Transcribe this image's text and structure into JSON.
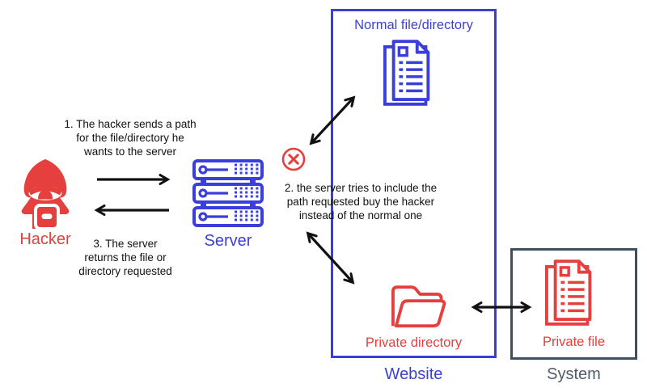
{
  "colors": {
    "blue": "#3b3fd9",
    "red": "#e5403e",
    "slate": "#3d5061",
    "slate_text": "#4e5d6b",
    "ink": "#111111",
    "bg": "#ffffff"
  },
  "hacker": {
    "label": "Hacker"
  },
  "server": {
    "label": "Server"
  },
  "steps": {
    "step1": {
      "l1": "1. The hacker sends a path",
      "l2": "for the file/directory he",
      "l3": "wants to the server"
    },
    "step2": {
      "l1": "2. the server tries to include the",
      "l2": "path requested buy the hacker",
      "l3": "instead of the normal one"
    },
    "step3": {
      "l1": "3. The server",
      "l2": "returns the file or",
      "l3": "directory requested"
    }
  },
  "website": {
    "label": "Website",
    "normal_file": "Normal file/directory",
    "private_directory": "Private directory"
  },
  "system": {
    "label": "System",
    "private_file": "Private file"
  },
  "icons": {
    "hacker": "hacker-hoodie-icon",
    "server": "server-rack-icon",
    "blocked": "x-circle-icon",
    "normal_file": "document-stack-icon",
    "private_directory": "folder-icon",
    "private_file": "document-stack-icon"
  }
}
